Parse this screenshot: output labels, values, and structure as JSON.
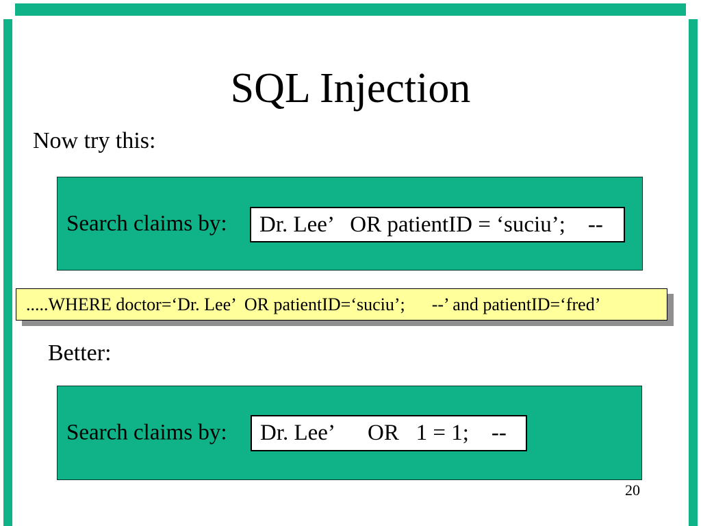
{
  "slide": {
    "title": "SQL Injection",
    "intro_line": "Now try this:",
    "better_line": "Better:",
    "page_number": "20",
    "search_form_1": {
      "label": "Search claims by:",
      "input_value": "Dr. Lee’   OR patientID = ‘suciu’;    --"
    },
    "query_result_banner": ".....WHERE doctor=‘Dr. Lee’  OR patientID=‘suciu’;      --’ and patientID=‘fred’",
    "search_form_2": {
      "label": "Search claims by:",
      "input_value": "Dr. Lee’      OR   1 = 1;    --"
    },
    "colors": {
      "frame_green": "#10B287",
      "panel_green": "#10B287",
      "banner_yellow": "#FFFF9C",
      "banner_shadow_gray": "#8F8F8F"
    }
  }
}
